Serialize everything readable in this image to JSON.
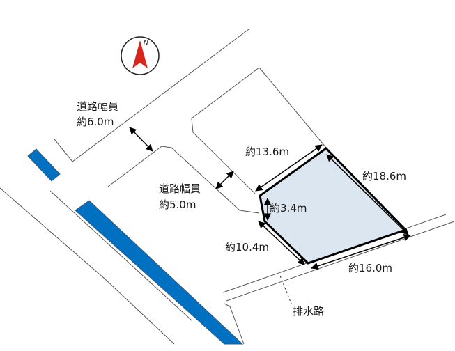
{
  "compass": {
    "letter": "N",
    "colors": {
      "arrow": "#d8261c",
      "ring": "#222222"
    }
  },
  "roads": {
    "main_width_label": "道路幅員",
    "main_width_value": "約6.0m",
    "side_width_label": "道路幅員",
    "side_width_value": "約5.0m"
  },
  "lot": {
    "edge_top": "約13.6m",
    "edge_right": "約18.6m",
    "edge_bottom": "約16.0m",
    "edge_left": "約10.4m",
    "edge_notch": "約3.4m",
    "fill_color": "#dce6f1"
  },
  "drain": {
    "label": "排水路"
  },
  "colors": {
    "water": "#0070c0",
    "line": "#555555"
  }
}
